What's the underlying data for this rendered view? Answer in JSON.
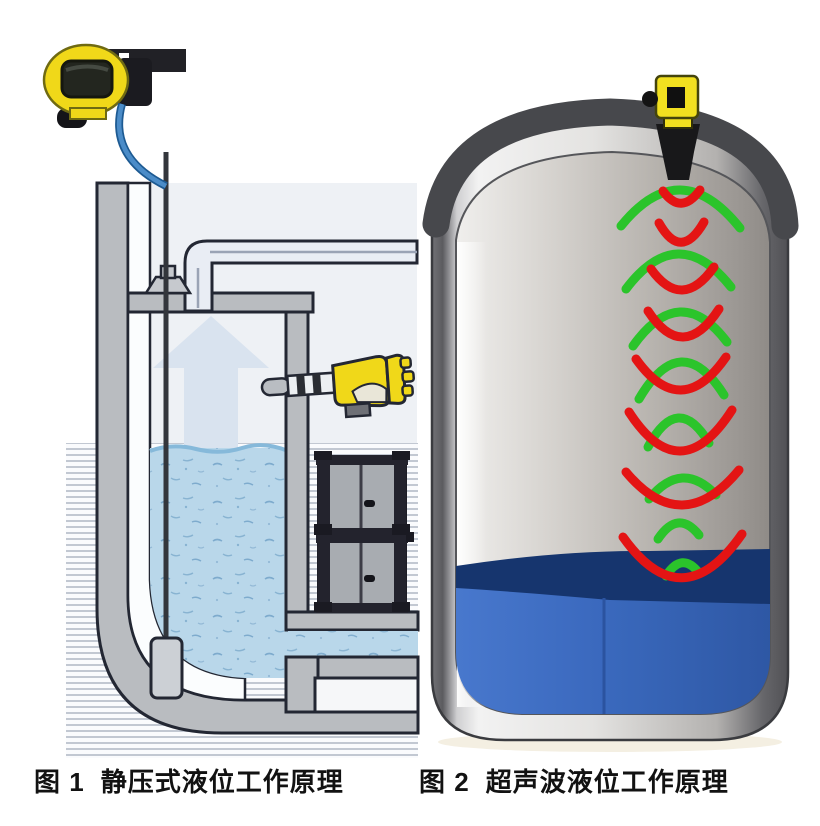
{
  "page": {
    "background": "#ffffff"
  },
  "figure1": {
    "caption": {
      "label": "图 1",
      "title": "静压式液位工作原理"
    },
    "colors": {
      "sensor_yellow": "#f0d819",
      "cable_blue": "#3f7fc0",
      "water": "#b9d7ea",
      "wall_gray": "#b9bcc0",
      "panel": "#eef1f5"
    },
    "components": [
      "hydrostatic-transmitter",
      "suspension-cable",
      "pressure-probe",
      "side-level-sensor",
      "overflow-pipe",
      "junction-cabinet"
    ]
  },
  "figure2": {
    "caption": {
      "label": "图 2",
      "title": "超声波液位工作原理"
    },
    "colors": {
      "sensor_yellow": "#f2e020",
      "emitted_wave_green": "#2bc42b",
      "reflected_wave_red": "#e41414",
      "liquid_surface_navy": "#16356e",
      "liquid_front_blue": "#4273c9",
      "tank_gray": "#c9c6c2"
    },
    "wave_groups": 8,
    "components": [
      "ultrasonic-transmitter",
      "transducer-horn",
      "storage-tank",
      "liquid"
    ]
  }
}
